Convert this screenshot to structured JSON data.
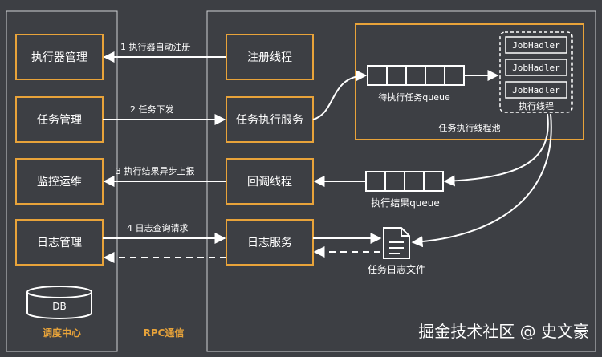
{
  "center_boxes": {
    "executor_mgmt": "执行器管理",
    "task_mgmt": "任务管理",
    "monitor_ops": "监控运维",
    "log_mgmt": "日志管理"
  },
  "db_label": "DB",
  "center_label": "调度中心",
  "rpc_label": "RPC通信",
  "executor_boxes": {
    "register_thread": "注册线程",
    "task_exec_service": "任务执行服务",
    "callback_thread": "回调线程",
    "log_service": "日志服务"
  },
  "arrows": {
    "auto_register": "1 执行器自动注册",
    "task_dispatch": "2 任务下发",
    "async_report": "3 执行结果异步上报",
    "log_query": "4 日志查询请求"
  },
  "pending_queue_label": "待执行任务queue",
  "jobhandlers": [
    "JobHadler",
    "JobHadler",
    "JobHadler"
  ],
  "exec_thread_label": "执行线程",
  "thread_pool_label": "任务执行线程池",
  "result_queue_label": "执行结果queue",
  "log_file_label": "任务日志文件",
  "watermark": "掘金技术社区 @ 史文豪",
  "colors": {
    "background": "#3d3f44",
    "accent": "#e8a33a",
    "line": "#ffffff"
  }
}
